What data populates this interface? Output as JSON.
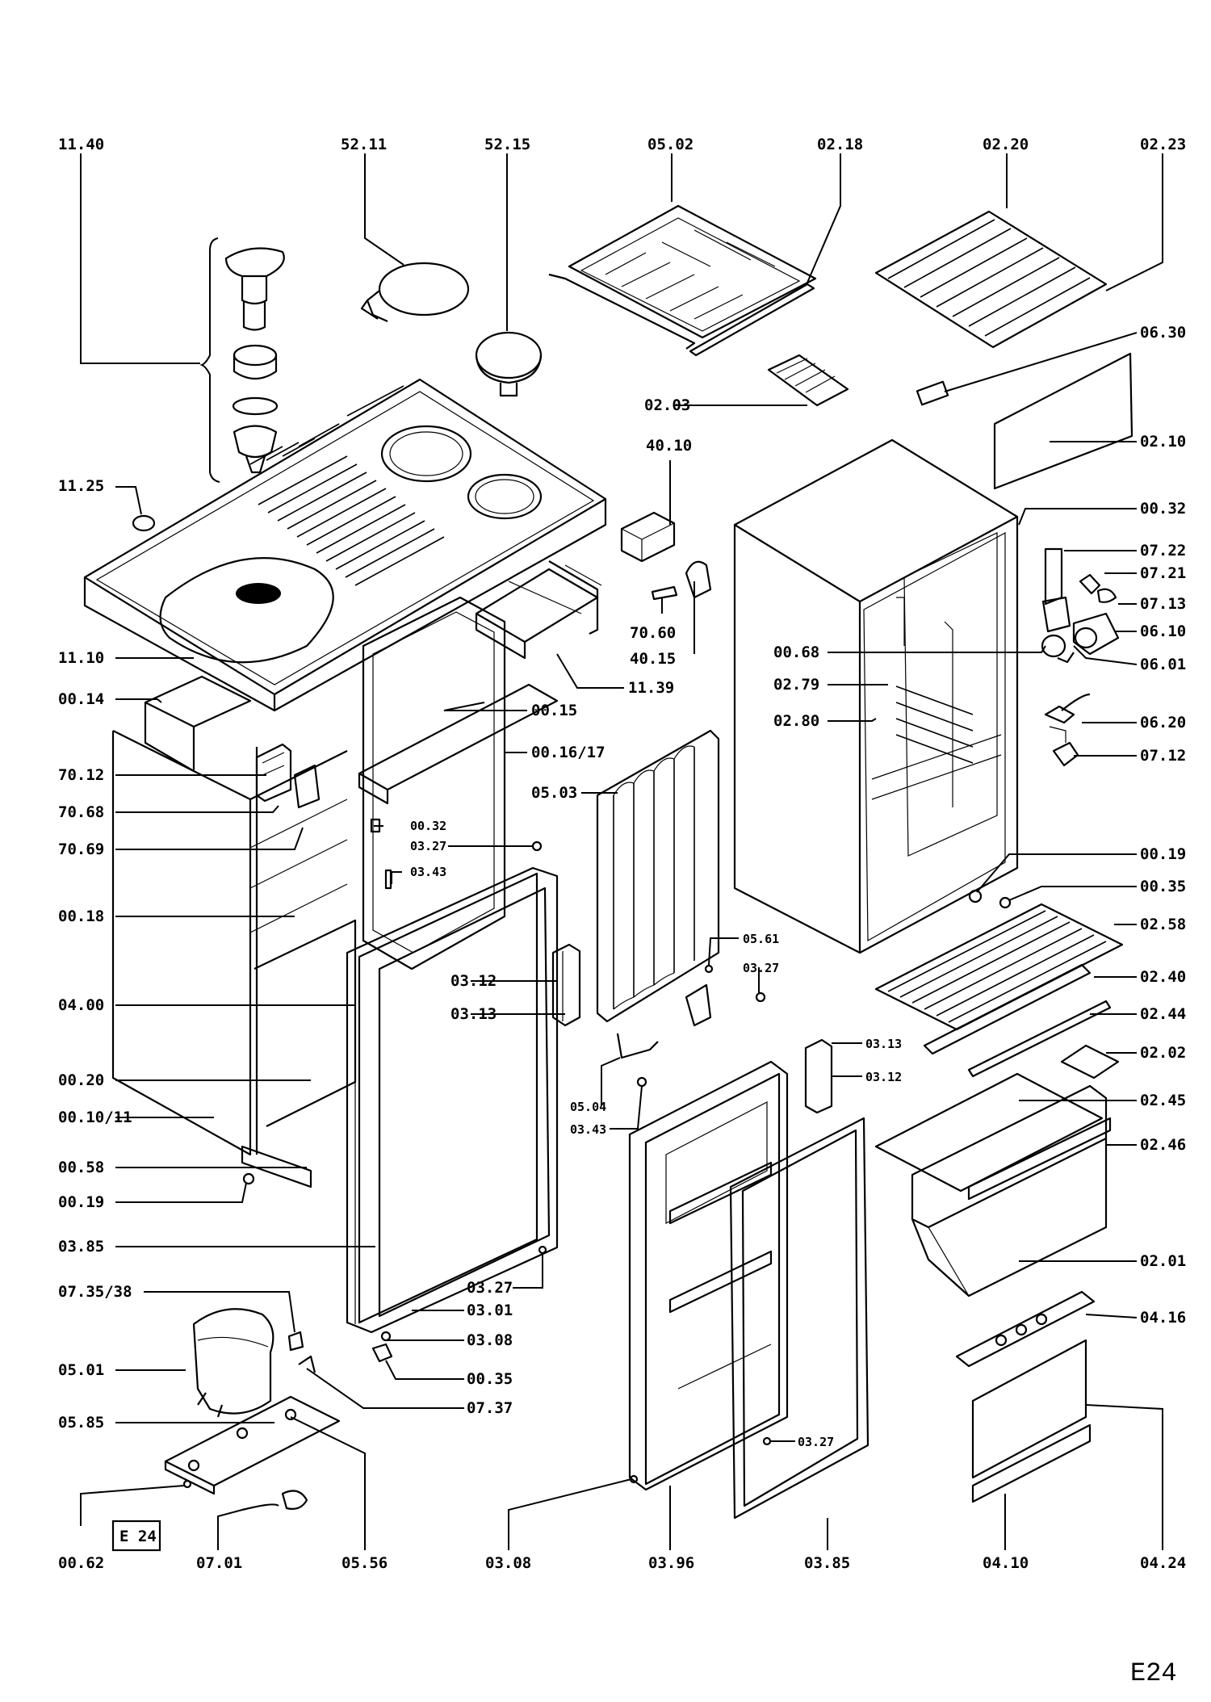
{
  "labels": {
    "l_1140": "11.40",
    "l_5211": "52.11",
    "l_5215": "52.15",
    "l_0502": "05.02",
    "l_0218": "02.18",
    "l_0220": "02.20",
    "l_0223": "02.23",
    "l_0630": "06.30",
    "l_0203": "02.03",
    "l_0210": "02.10",
    "l_4010": "40.10",
    "l_1125": "11.25",
    "l_0032": "00.32",
    "l_0722": "07.22",
    "l_0721": "07.21",
    "l_0713": "07.13",
    "l_0610": "06.10",
    "l_0601": "06.01",
    "l_7060": "70.60",
    "l_4015": "40.15",
    "l_0068": "00.68",
    "l_1110": "11.10",
    "l_1139": "11.39",
    "l_0014": "00.14",
    "l_0015": "00.15",
    "l_0279": "02.79",
    "l_0280": "02.80",
    "l_0620": "06.20",
    "l_0016": "00.16/17",
    "l_0712": "07.12",
    "l_7012": "70.12",
    "l_0503": "05.03",
    "l_7068": "70.68",
    "l_0032b": "00.32",
    "l_7069": "70.69",
    "l_0327a": "03.27",
    "l_0019a": "00.19",
    "l_0343a": "03.43",
    "l_0035a": "00.35",
    "l_0018": "00.18",
    "l_0258": "02.58",
    "l_0561": "05.61",
    "l_0327b": "03.27",
    "l_0312a": "03.12",
    "l_0240": "02.40",
    "l_0400": "04.00",
    "l_0313a": "03.13",
    "l_0244": "02.44",
    "l_0313b": "03.13",
    "l_0202": "02.02",
    "l_0020": "00.20",
    "l_0312b": "03.12",
    "l_0504": "05.04",
    "l_0010": "00.10/11",
    "l_0343b": "03.43",
    "l_0245": "02.45",
    "l_0246": "02.46",
    "l_0058": "00.58",
    "l_0019b": "00.19",
    "l_0385a": "03.85",
    "l_0201": "02.01",
    "l_0327c": "03.27",
    "l_0301": "03.01",
    "l_0735": "07.35/38",
    "l_0416": "04.16",
    "l_0308a": "03.08",
    "l_0501": "05.01",
    "l_0035b": "00.35",
    "l_0737": "07.37",
    "l_0585": "05.85",
    "l_0327d": "03.27",
    "l_0062": "00.62",
    "l_0701": "07.01",
    "l_0556": "05.56",
    "l_0308b": "03.08",
    "l_0396": "03.96",
    "l_0385b": "03.85",
    "l_0410": "04.10",
    "l_0424": "04.24"
  },
  "box_label": "E 24",
  "footer_code": "E24"
}
